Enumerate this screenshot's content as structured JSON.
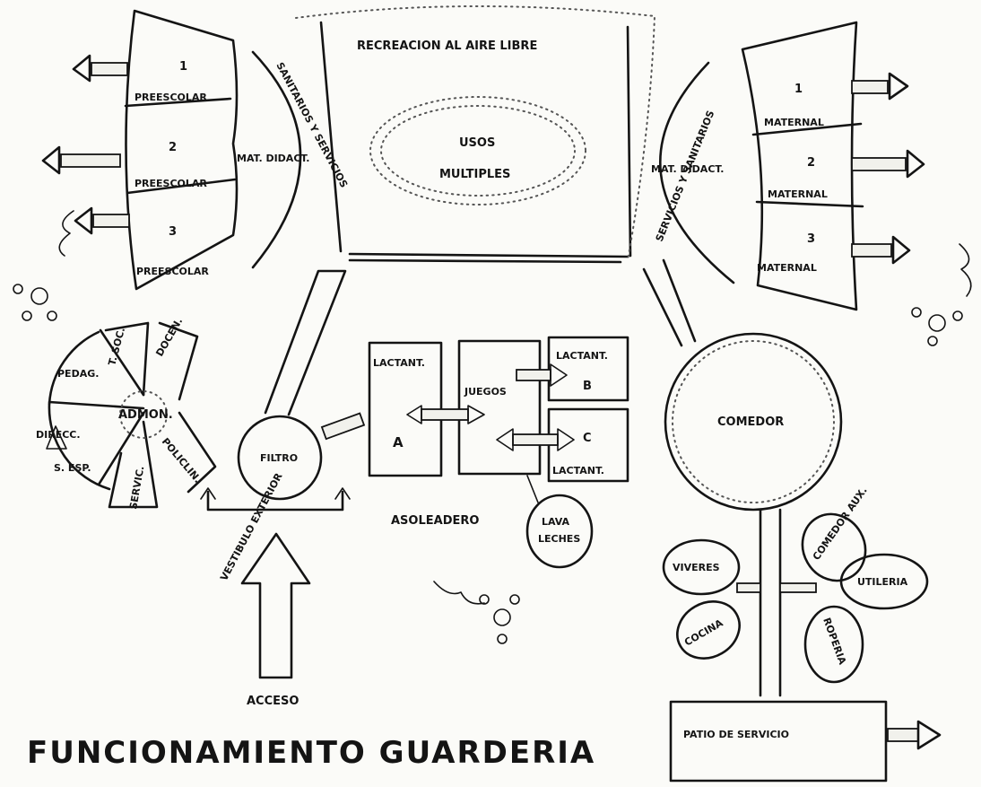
{
  "diagram": {
    "title": "FUNCIONAMIENTO GUARDERIA",
    "recreation": "RECREACION AL AIRE LIBRE",
    "usos": "USOS",
    "multiples": "MULTIPLES",
    "preescolar": [
      {
        "num": "1",
        "label": "PREESCOLAR"
      },
      {
        "num": "2",
        "label": "PREESCOLAR"
      },
      {
        "num": "3",
        "label": "PREESCOLAR"
      }
    ],
    "maternal": [
      {
        "num": "1",
        "label": "MATERNAL"
      },
      {
        "num": "2",
        "label": "MATERNAL"
      },
      {
        "num": "3",
        "label": "MATERNAL"
      }
    ],
    "mat_didact_left": "MAT. DIDACT.",
    "mat_didact_right": "MAT. DIDACT.",
    "sanitarios_left": "SANITARIOS Y SERVICIOS",
    "sanitarios_right": "SERVICIOS Y SANITARIOS",
    "admin": {
      "center": "ADMON.",
      "pedag": "PEDAG.",
      "tsoc": "T. SOC.",
      "docen": "DOCEN.",
      "direcc": "DIRECC.",
      "s_espera": "S. ESP.",
      "servic": "SERVIC.",
      "policlin": "POLICLIN."
    },
    "filtro": "FILTRO",
    "vestibulo": "VESTIBULO EXTERIOR",
    "acceso": "ACCESO",
    "lactantes": {
      "lactant_a": "LACTANT.",
      "a": "A",
      "juegos": "JUEGOS",
      "lactant_b": "LACTANT.",
      "b": "B",
      "c": "C",
      "lactant_c": "LACTANT."
    },
    "asoleadero": "ASOLEADERO",
    "lava": "LAVA",
    "lechs": "LECHES",
    "comedor": "COMEDOR",
    "viveres": "VIVERES",
    "cocina": "COCINA",
    "comedor_aux": "COMEDOR AUX.",
    "utileria": "UTILERIA",
    "ropeia": "ROPERIA",
    "patio": "PATIO DE SERVICIO"
  }
}
